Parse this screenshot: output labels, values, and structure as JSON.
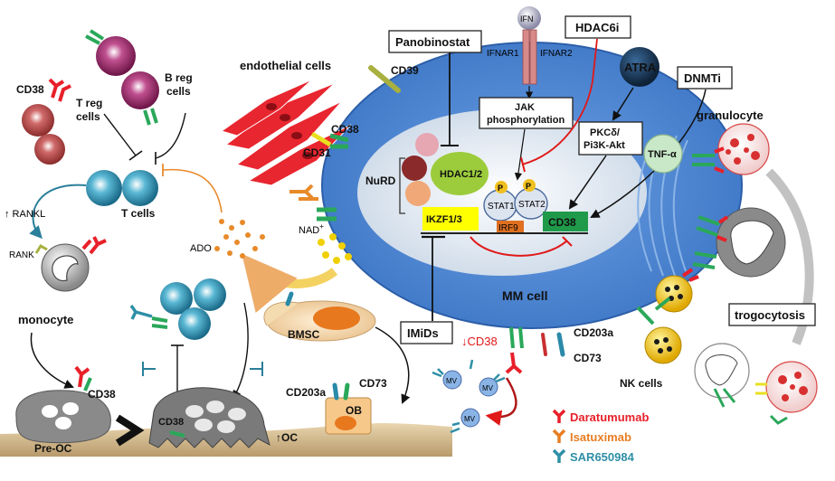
{
  "cells": {
    "endothelial": "endothelial  cells",
    "t_reg": "T reg",
    "t_reg_2": "cells",
    "b_reg": "B reg",
    "b_reg_2": "cells",
    "t_cells": "T cells",
    "monocyte": "monocyte",
    "pre_oc": "Pre-OC",
    "bmsc": "BMSC",
    "ob": "OB",
    "mm_cell": "MM cell",
    "granulocyte": "granulocyte",
    "nk_cells": "NK cells",
    "oc_up": "↑OC"
  },
  "molecules": {
    "cd38": "CD38",
    "cd39": "CD39",
    "cd31": "CD31",
    "cd203a": "CD203a",
    "cd73": "CD73",
    "rankl_up": "↑ RANKL",
    "rank": "RANK",
    "ado": "ADO",
    "nad": "NAD",
    "nad_sup": "+",
    "cd38_down": "↓CD38",
    "ifn": "IFN",
    "ifnar1": "IFNAR1",
    "ifnar2": "IFNAR2",
    "mv": "MV",
    "tnf": "TNF-α",
    "p": "P"
  },
  "nucleus": {
    "nurd": "NuRD",
    "hdac12": "HDAC1/2",
    "ikzf": "IKZF1/3",
    "stat1": "STAT1",
    "stat2": "STAT2",
    "irf9": "IRF9",
    "cd38_gene": "CD38"
  },
  "boxes": {
    "panobinostat": "Panobinostat",
    "hdac6i": "HDAC6i",
    "atra": "ATRA",
    "dnmti": "DNMTi",
    "jak_1": "JAK",
    "jak_2": "phosphorylation",
    "pkc_1": "PKCδ/",
    "pkc_2": "Pi3K-Akt",
    "imids": "IMiDs",
    "trogocytosis": "trogocytosis"
  },
  "legend": [
    {
      "label": "Daratumumab",
      "color": "#e8202a"
    },
    {
      "label": "Isatuximab",
      "color": "#e87d22"
    },
    {
      "label": "SAR650984",
      "color": "#2e8fa6"
    }
  ],
  "colors": {
    "mm_cell": "#4a86d4",
    "nucleus": "#dfe8f2",
    "cd38_gene": "#1f9a4a",
    "ikzf": "#ffff00",
    "hdac": "#9ccc3c",
    "irf9": "#e07020",
    "atra": "#17324f",
    "t_cell": "#2a8aa8",
    "reg_cell": "#8c1f5a",
    "endothelial": "#e8262f"
  }
}
